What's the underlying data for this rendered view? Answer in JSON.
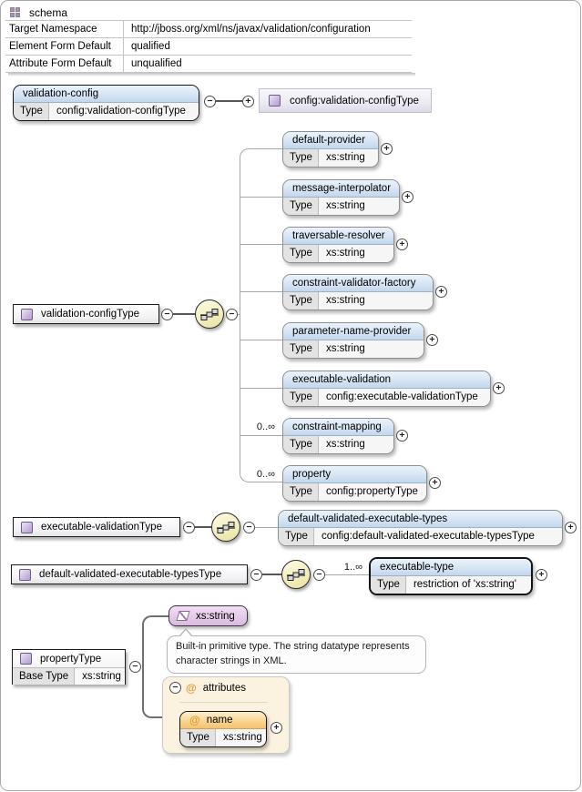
{
  "glyphs": {
    "plus": "+",
    "minus": "−",
    "at": "@"
  },
  "labels": {
    "type": "Type",
    "base_type": "Base Type"
  },
  "schema_panel": {
    "title": "schema",
    "rows": [
      {
        "label": "Target Namespace",
        "value": "http://jboss.org/xml/ns/javax/validation/configuration"
      },
      {
        "label": "Element Form Default",
        "value": "qualified"
      },
      {
        "label": "Attribute Form Default",
        "value": "unqualified"
      }
    ]
  },
  "root_element": {
    "name": "validation-config",
    "type": "config:validation-configType"
  },
  "root_type_ref": {
    "name": "config:validation-configType"
  },
  "types": {
    "validation_config_type": {
      "name": "validation-configType"
    },
    "executable_validation_type": {
      "name": "executable-validationType"
    },
    "default_validated_executable_types_type": {
      "name": "default-validated-executable-typesType"
    },
    "property_type": {
      "name": "propertyType",
      "base": "xs:string"
    }
  },
  "children": [
    {
      "name": "default-provider",
      "type": "xs:string"
    },
    {
      "name": "message-interpolator",
      "type": "xs:string"
    },
    {
      "name": "traversable-resolver",
      "type": "xs:string"
    },
    {
      "name": "constraint-validator-factory",
      "type": "xs:string"
    },
    {
      "name": "parameter-name-provider",
      "type": "xs:string"
    },
    {
      "name": "executable-validation",
      "type": "config:executable-validationType"
    },
    {
      "name": "constraint-mapping",
      "type": "xs:string",
      "occurs": "0..∞"
    },
    {
      "name": "property",
      "type": "config:propertyType",
      "occurs": "0..∞"
    }
  ],
  "exec_child": {
    "name": "default-validated-executable-types",
    "type": "config:default-validated-executable-typesType"
  },
  "executable_type_element": {
    "name": "executable-type",
    "type": "restriction of 'xs:string'",
    "occurs": "1..∞"
  },
  "simple_type": {
    "name": "xs:string",
    "note": "Built-in primitive type. The string datatype represents character strings in XML."
  },
  "attributes_panel": {
    "title": "attributes",
    "attribute": {
      "name": "name",
      "type": "xs:string"
    }
  }
}
